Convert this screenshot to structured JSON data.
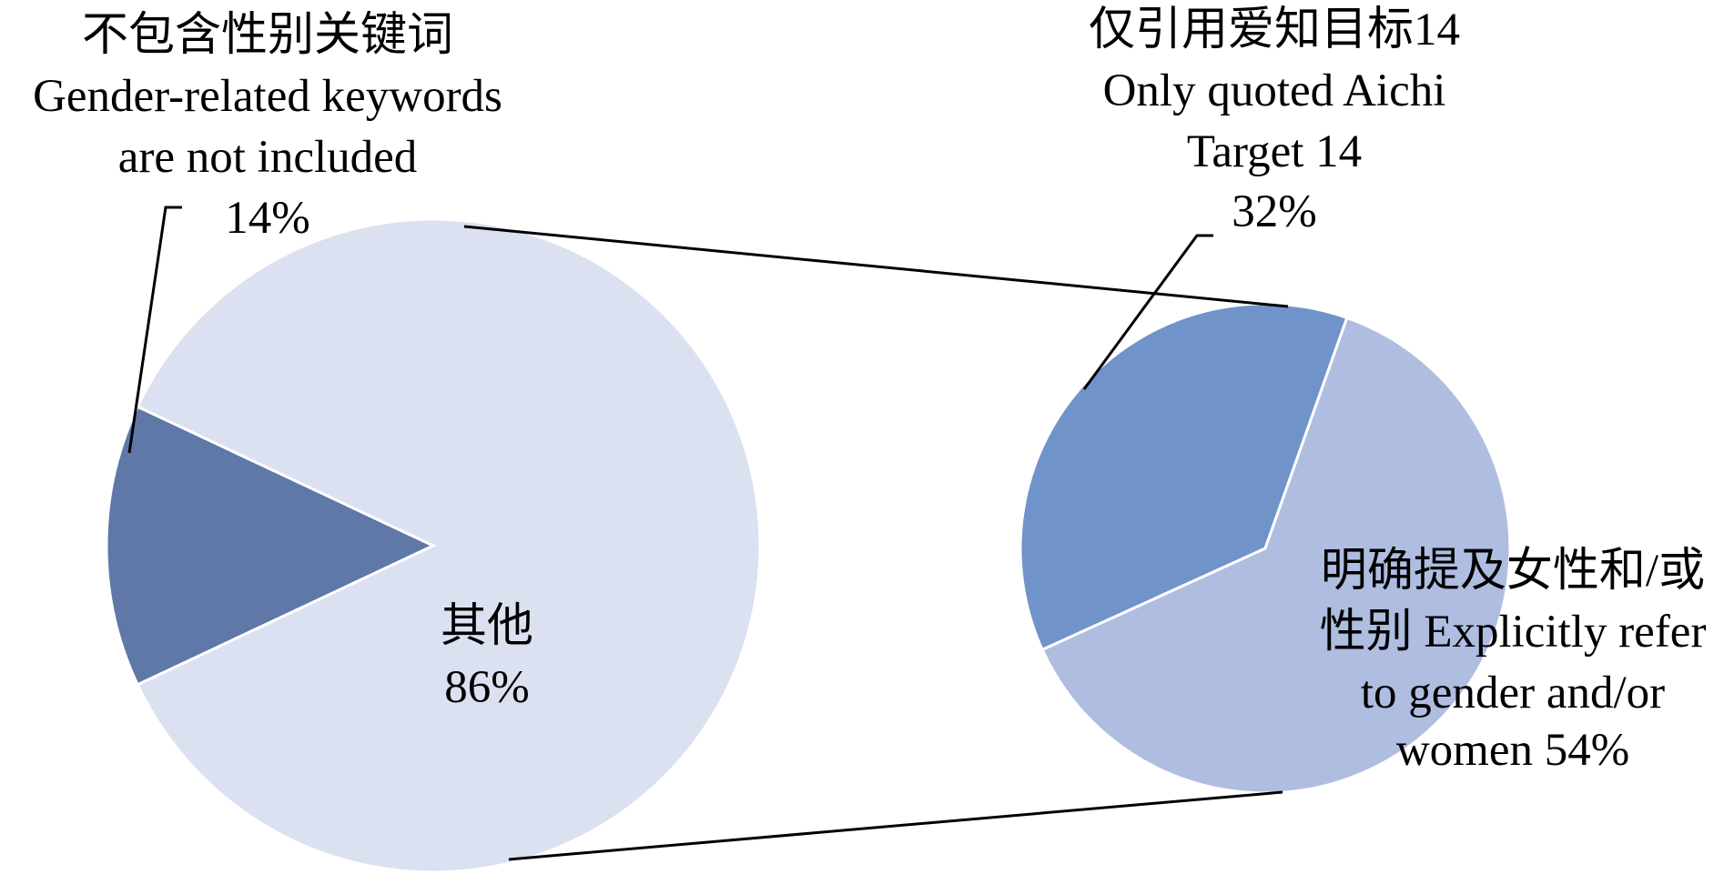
{
  "chart_data": {
    "type": "pie",
    "subtype": "pie-of-pie",
    "primary": {
      "slices": [
        {
          "name": "gender_not_included",
          "label_lines": [
            "不包含性别关键词",
            "Gender-related keywords",
            "are not included",
            "14%"
          ],
          "value": 14,
          "color": "#5f78a8"
        },
        {
          "name": "other",
          "label_lines": [
            "其他",
            "86%"
          ],
          "value": 86,
          "color": "#dbe1f0"
        }
      ]
    },
    "secondary": {
      "slices": [
        {
          "name": "only_aichi",
          "label_lines": [
            "仅引用爱知目标14",
            "Only quoted Aichi",
            "Target 14",
            "32%"
          ],
          "value": 32,
          "color": "#7093c9"
        },
        {
          "name": "explicit_gender",
          "label_lines": [
            "明确提及女性和/或",
            "性别 Explicitly refer",
            "to gender and/or",
            "women 54%"
          ],
          "value": 54,
          "color": "#afbde0"
        }
      ]
    },
    "legend": "none"
  }
}
